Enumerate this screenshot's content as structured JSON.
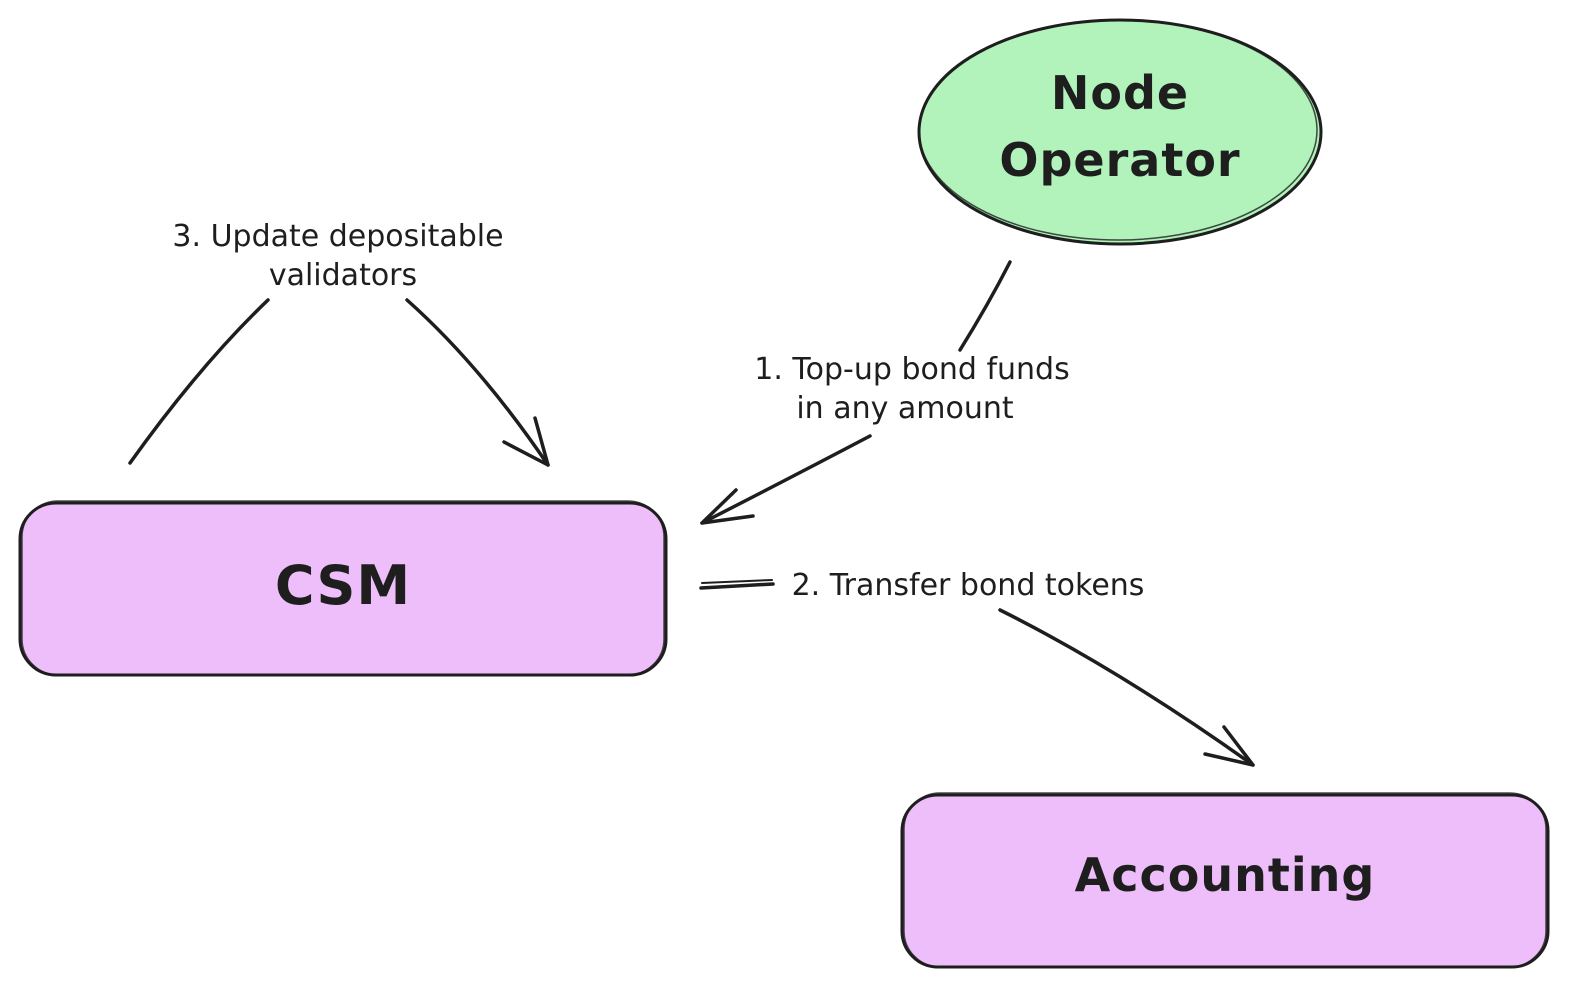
{
  "colors": {
    "stroke": "#1e1e1e",
    "ellipse_fill": "#b2f2bb",
    "box_fill": "#eebefa",
    "background": "#ffffff"
  },
  "nodes": {
    "node_operator": {
      "line1": "Node",
      "line2": "Operator"
    },
    "csm": {
      "label": "CSM"
    },
    "accounting": {
      "label": "Accounting"
    }
  },
  "edges": {
    "topup": {
      "line1": "1. Top-up bond funds",
      "line2": "in any amount"
    },
    "transfer": {
      "label": "2. Transfer bond tokens"
    },
    "update": {
      "line1": "3. Update depositable",
      "line2": "validators"
    }
  }
}
